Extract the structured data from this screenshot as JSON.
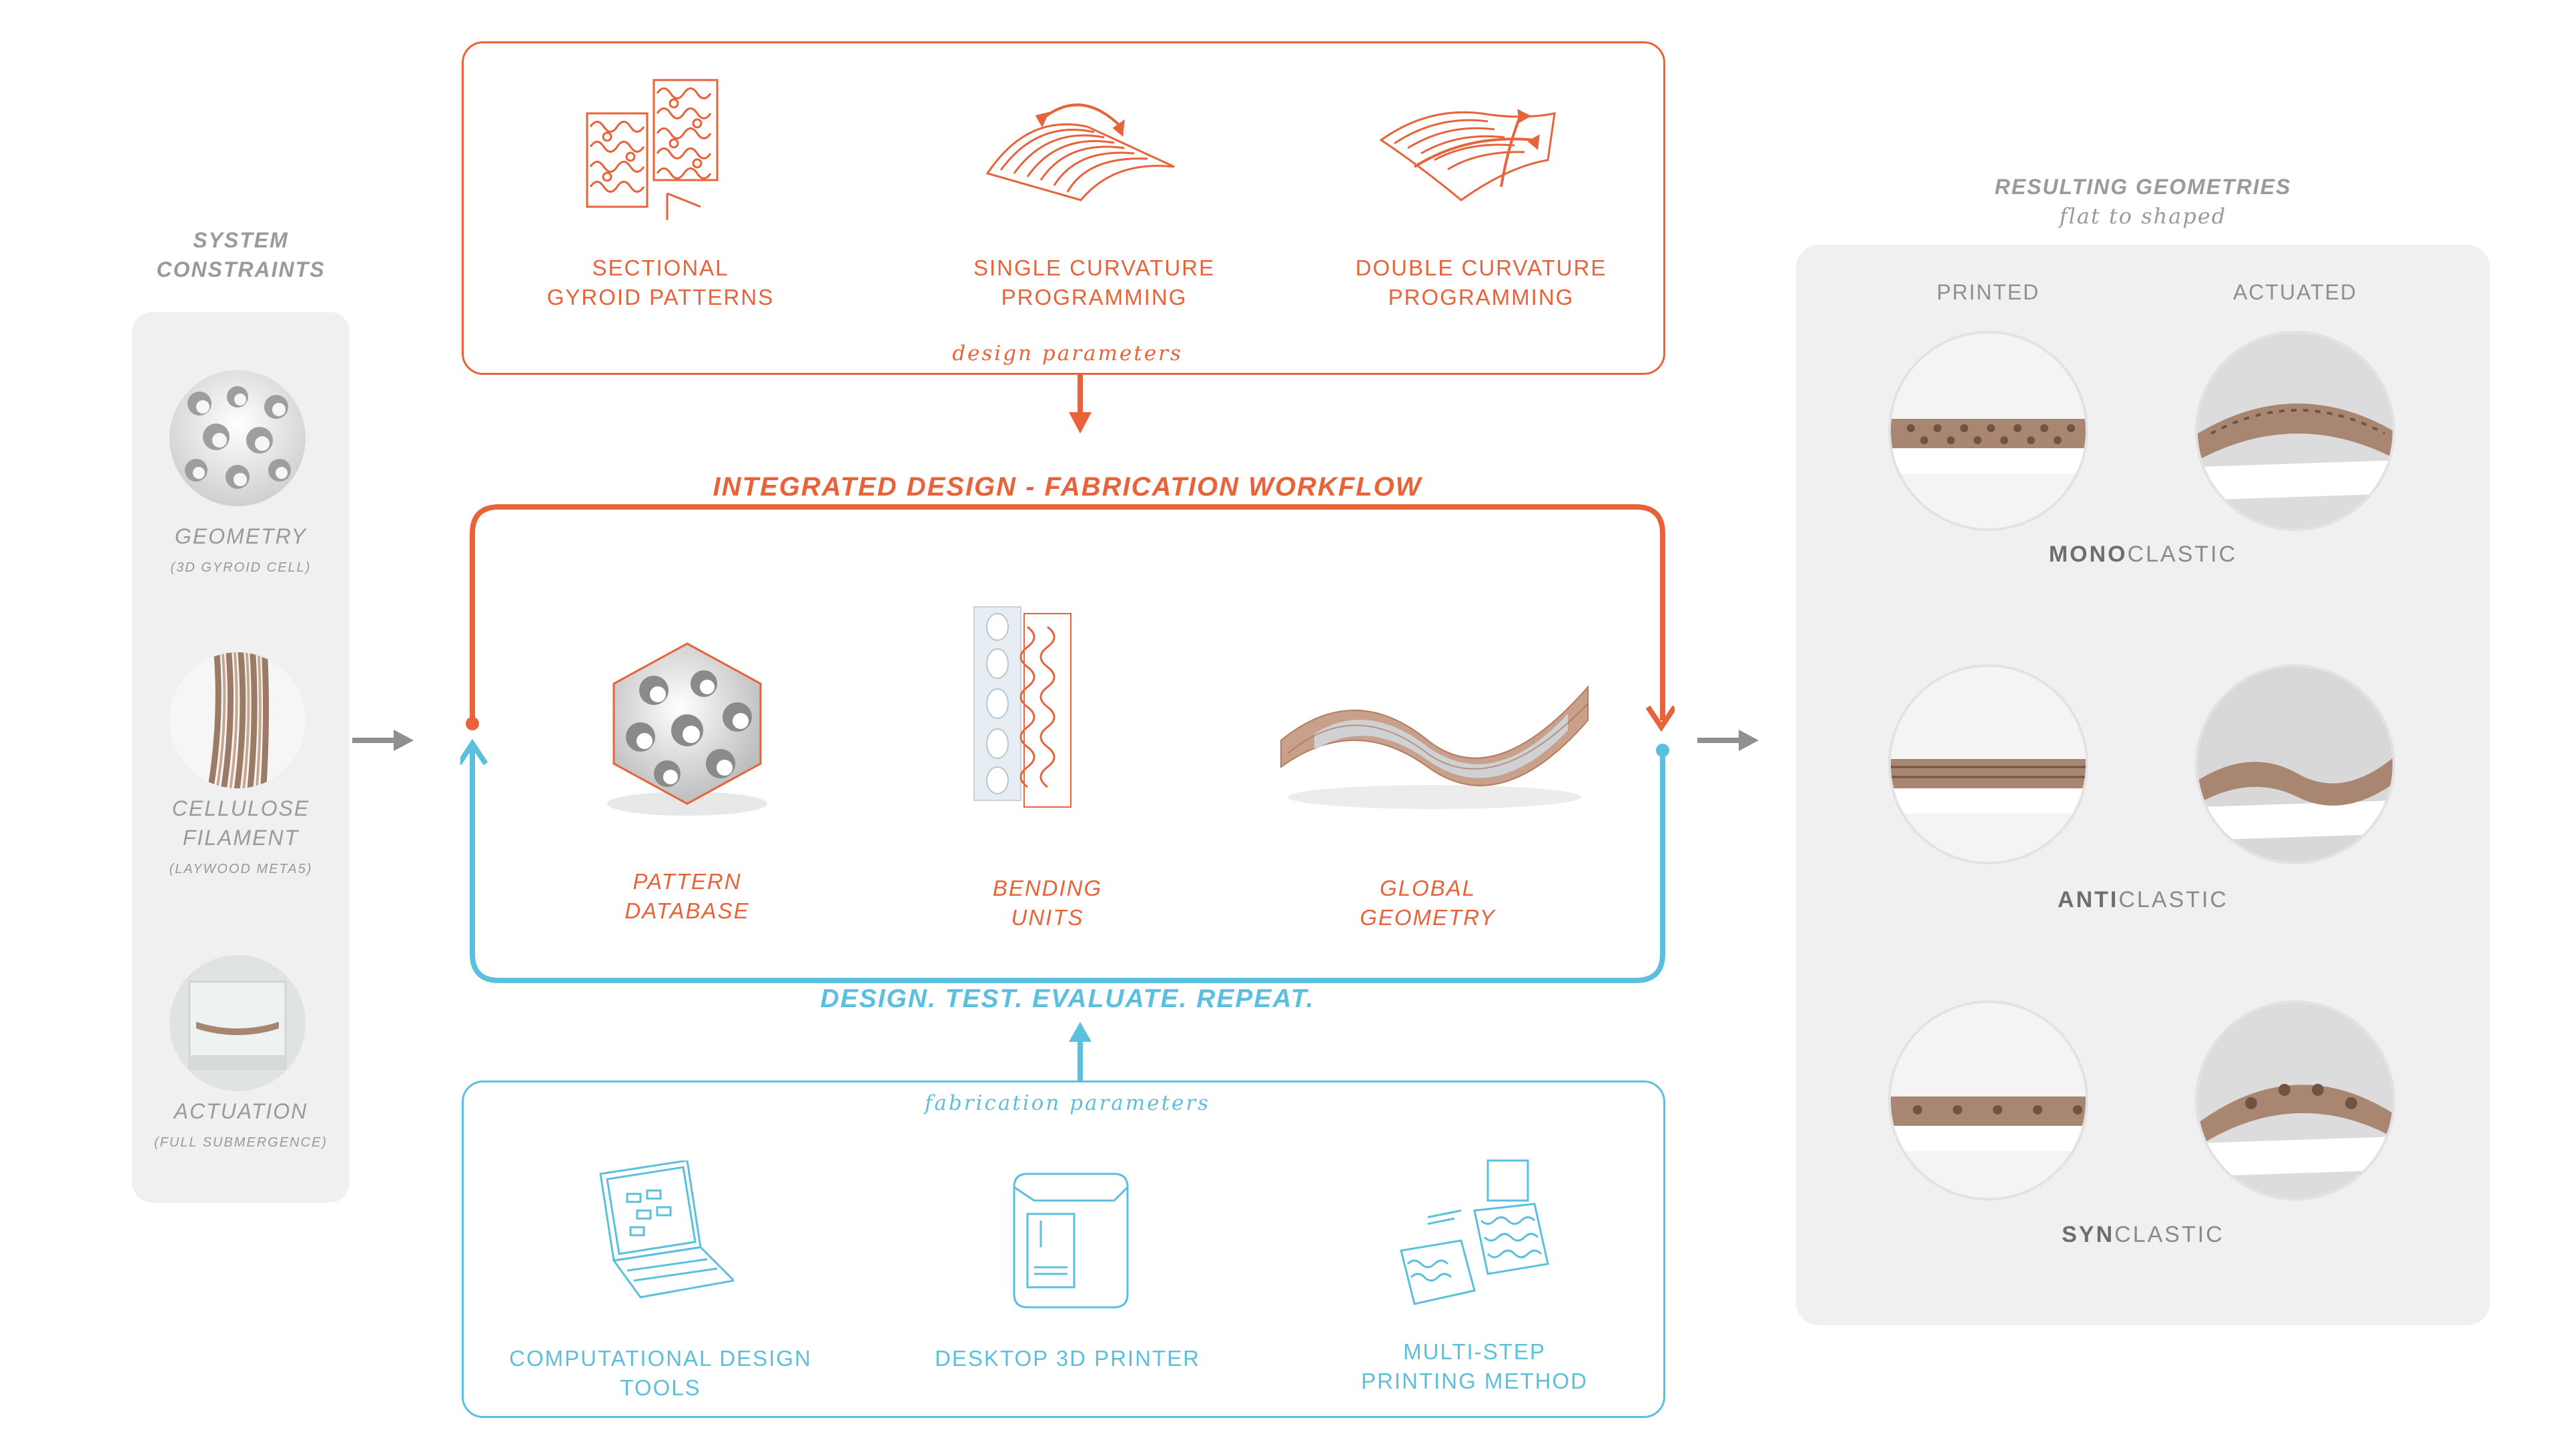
{
  "colors": {
    "orange": "#e8633a",
    "blue": "#5bc0de",
    "gray": "#8f8f8f",
    "panel": "#f0f0f0"
  },
  "constraints": {
    "title_line1": "SYSTEM",
    "title_line2": "CONSTRAINTS",
    "items": [
      {
        "icon": "gyroid-cell-icon",
        "label": "GEOMETRY",
        "sub": "(3D GYROID CELL)"
      },
      {
        "icon": "filament-icon",
        "label_line1": "CELLULOSE",
        "label_line2": "FILAMENT",
        "sub": "(LAYWOOD META5)"
      },
      {
        "icon": "submergence-icon",
        "label": "ACTUATION",
        "sub": "(FULL SUBMERGENCE)"
      }
    ]
  },
  "design_params": {
    "caption": "design parameters",
    "items": [
      {
        "icon": "gyroid-pattern-icon",
        "line1": "SECTIONAL",
        "line2": "GYROID PATTERNS"
      },
      {
        "icon": "single-curvature-icon",
        "line1": "SINGLE CURVATURE",
        "line2": "PROGRAMMING"
      },
      {
        "icon": "double-curvature-icon",
        "line1": "DOUBLE CURVATURE",
        "line2": "PROGRAMMING"
      }
    ]
  },
  "workflow": {
    "title": "INTEGRATED DESIGN - FABRICATION WORKFLOW",
    "loop_caption": "DESIGN. TEST.  EVALUATE. REPEAT.",
    "items": [
      {
        "icon": "pattern-database-icon",
        "line1": "PATTERN",
        "line2": "DATABASE"
      },
      {
        "icon": "bending-units-icon",
        "line1": "BENDING",
        "line2": "UNITS"
      },
      {
        "icon": "global-geometry-icon",
        "line1": "GLOBAL",
        "line2": "GEOMETRY"
      }
    ]
  },
  "fab_params": {
    "caption": "fabrication parameters",
    "items": [
      {
        "icon": "laptop-icon",
        "line1": "COMPUTATIONAL DESIGN",
        "line2": "TOOLS"
      },
      {
        "icon": "3d-printer-icon",
        "line1": "DESKTOP 3D PRINTER",
        "line2": ""
      },
      {
        "icon": "multi-step-printing-icon",
        "line1": "MULTI-STEP",
        "line2": "PRINTING METHOD"
      }
    ]
  },
  "results": {
    "title_line1": "RESULTING GEOMETRIES",
    "title_line2": "flat to shaped",
    "col_printed": "PRINTED",
    "col_actuated": "ACTUATED",
    "rows": [
      {
        "bold": "MONO",
        "rest": "CLASTIC"
      },
      {
        "bold": "ANTI",
        "rest": "CLASTIC"
      },
      {
        "bold": "SYN",
        "rest": "CLASTIC"
      }
    ]
  }
}
